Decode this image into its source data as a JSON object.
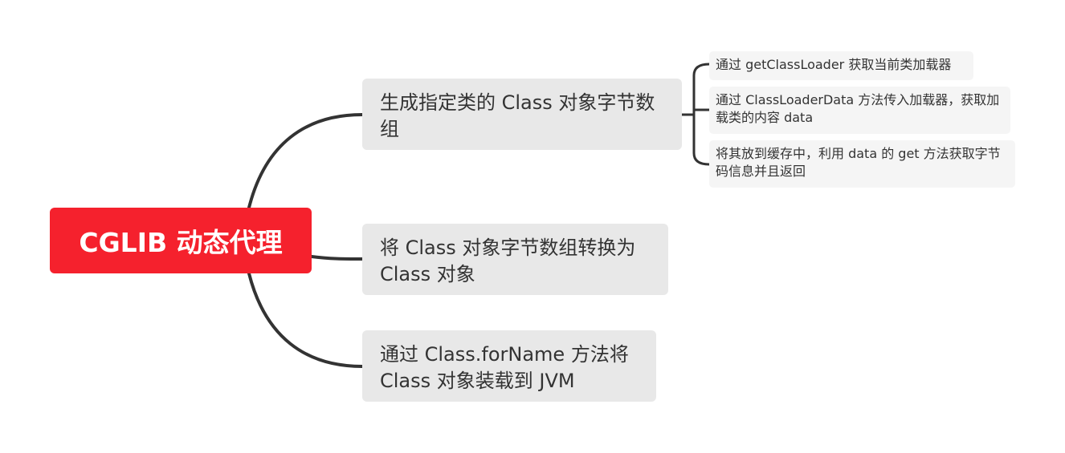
{
  "mindmap": {
    "root": {
      "label": "CGLIB 动态代理"
    },
    "branches": [
      {
        "label": "生成指定类的 Class 对象字节数组",
        "children": [
          {
            "label": "通过 getClassLoader 获取当前类加载器"
          },
          {
            "label": "通过 ClassLoaderData 方法传入加载器，获取加载类的内容 data"
          },
          {
            "label": "将其放到缓存中，利用 data 的 get 方法获取字节码信息并且返回"
          }
        ]
      },
      {
        "label": "将 Class 对象字节数组转换为 Class 对象"
      },
      {
        "label": "通过 Class.forName 方法将 Class 对象装载到 JVM"
      }
    ]
  },
  "colors": {
    "root_background": "#f5212d",
    "root_text": "#ffffff",
    "branch_background": "#e8e8e8",
    "leaf_background": "#f5f5f5",
    "connector": "#333333",
    "text": "#333333"
  }
}
